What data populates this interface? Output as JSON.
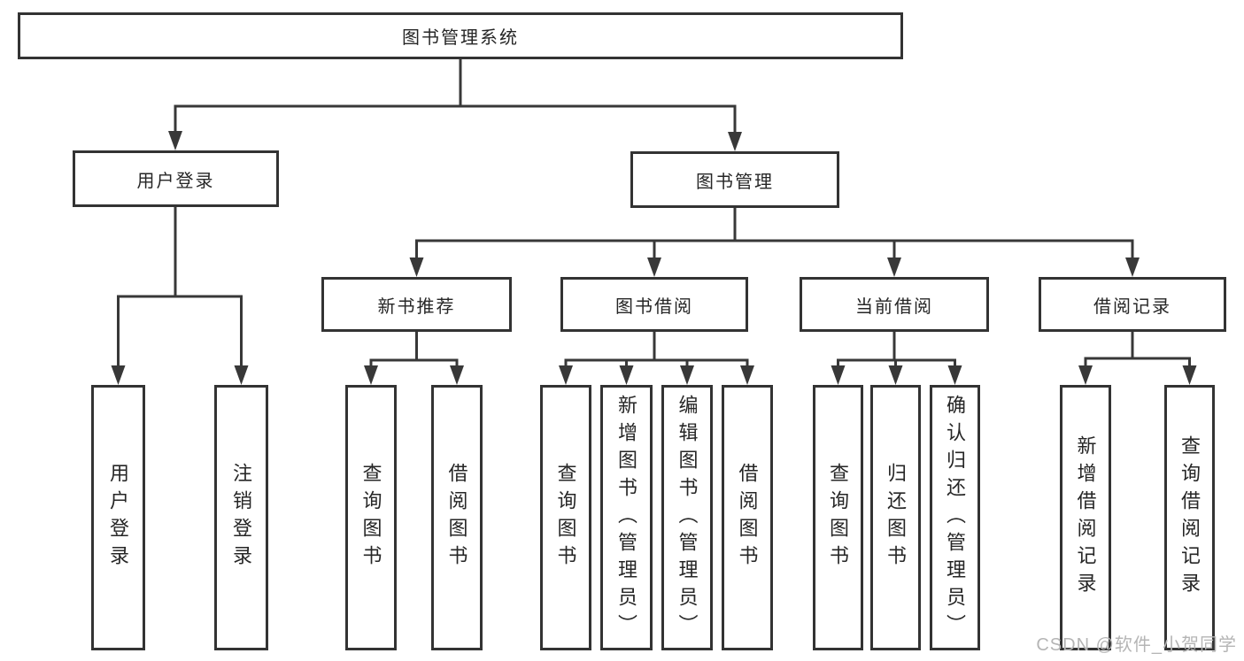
{
  "diagram": {
    "root": {
      "label": "图书管理系统"
    },
    "branches": [
      {
        "label": "用户登录",
        "children": [
          {
            "label": "用户登录"
          },
          {
            "label": "注销登录"
          }
        ]
      },
      {
        "label": "图书管理",
        "children": [
          {
            "label": "新书推荐",
            "children": [
              {
                "label": "查询图书"
              },
              {
                "label": "借阅图书"
              }
            ]
          },
          {
            "label": "图书借阅",
            "children": [
              {
                "label": "查询图书"
              },
              {
                "label": "新增图书（管理员）"
              },
              {
                "label": "编辑图书（管理员）"
              },
              {
                "label": "借阅图书"
              }
            ]
          },
          {
            "label": "当前借阅",
            "children": [
              {
                "label": "查询图书"
              },
              {
                "label": "归还图书"
              },
              {
                "label": "确认归还（管理员）"
              }
            ]
          },
          {
            "label": "借阅记录",
            "children": [
              {
                "label": "新增借阅记录"
              },
              {
                "label": "查询借阅记录"
              }
            ]
          }
        ]
      }
    ]
  },
  "watermark": {
    "text": "CSDN @软件_小贺同学"
  },
  "colors": {
    "line": "#383838",
    "border": "#333333",
    "text": "#262626",
    "watermark": "#b5b5b5",
    "background": "#ffffff"
  }
}
